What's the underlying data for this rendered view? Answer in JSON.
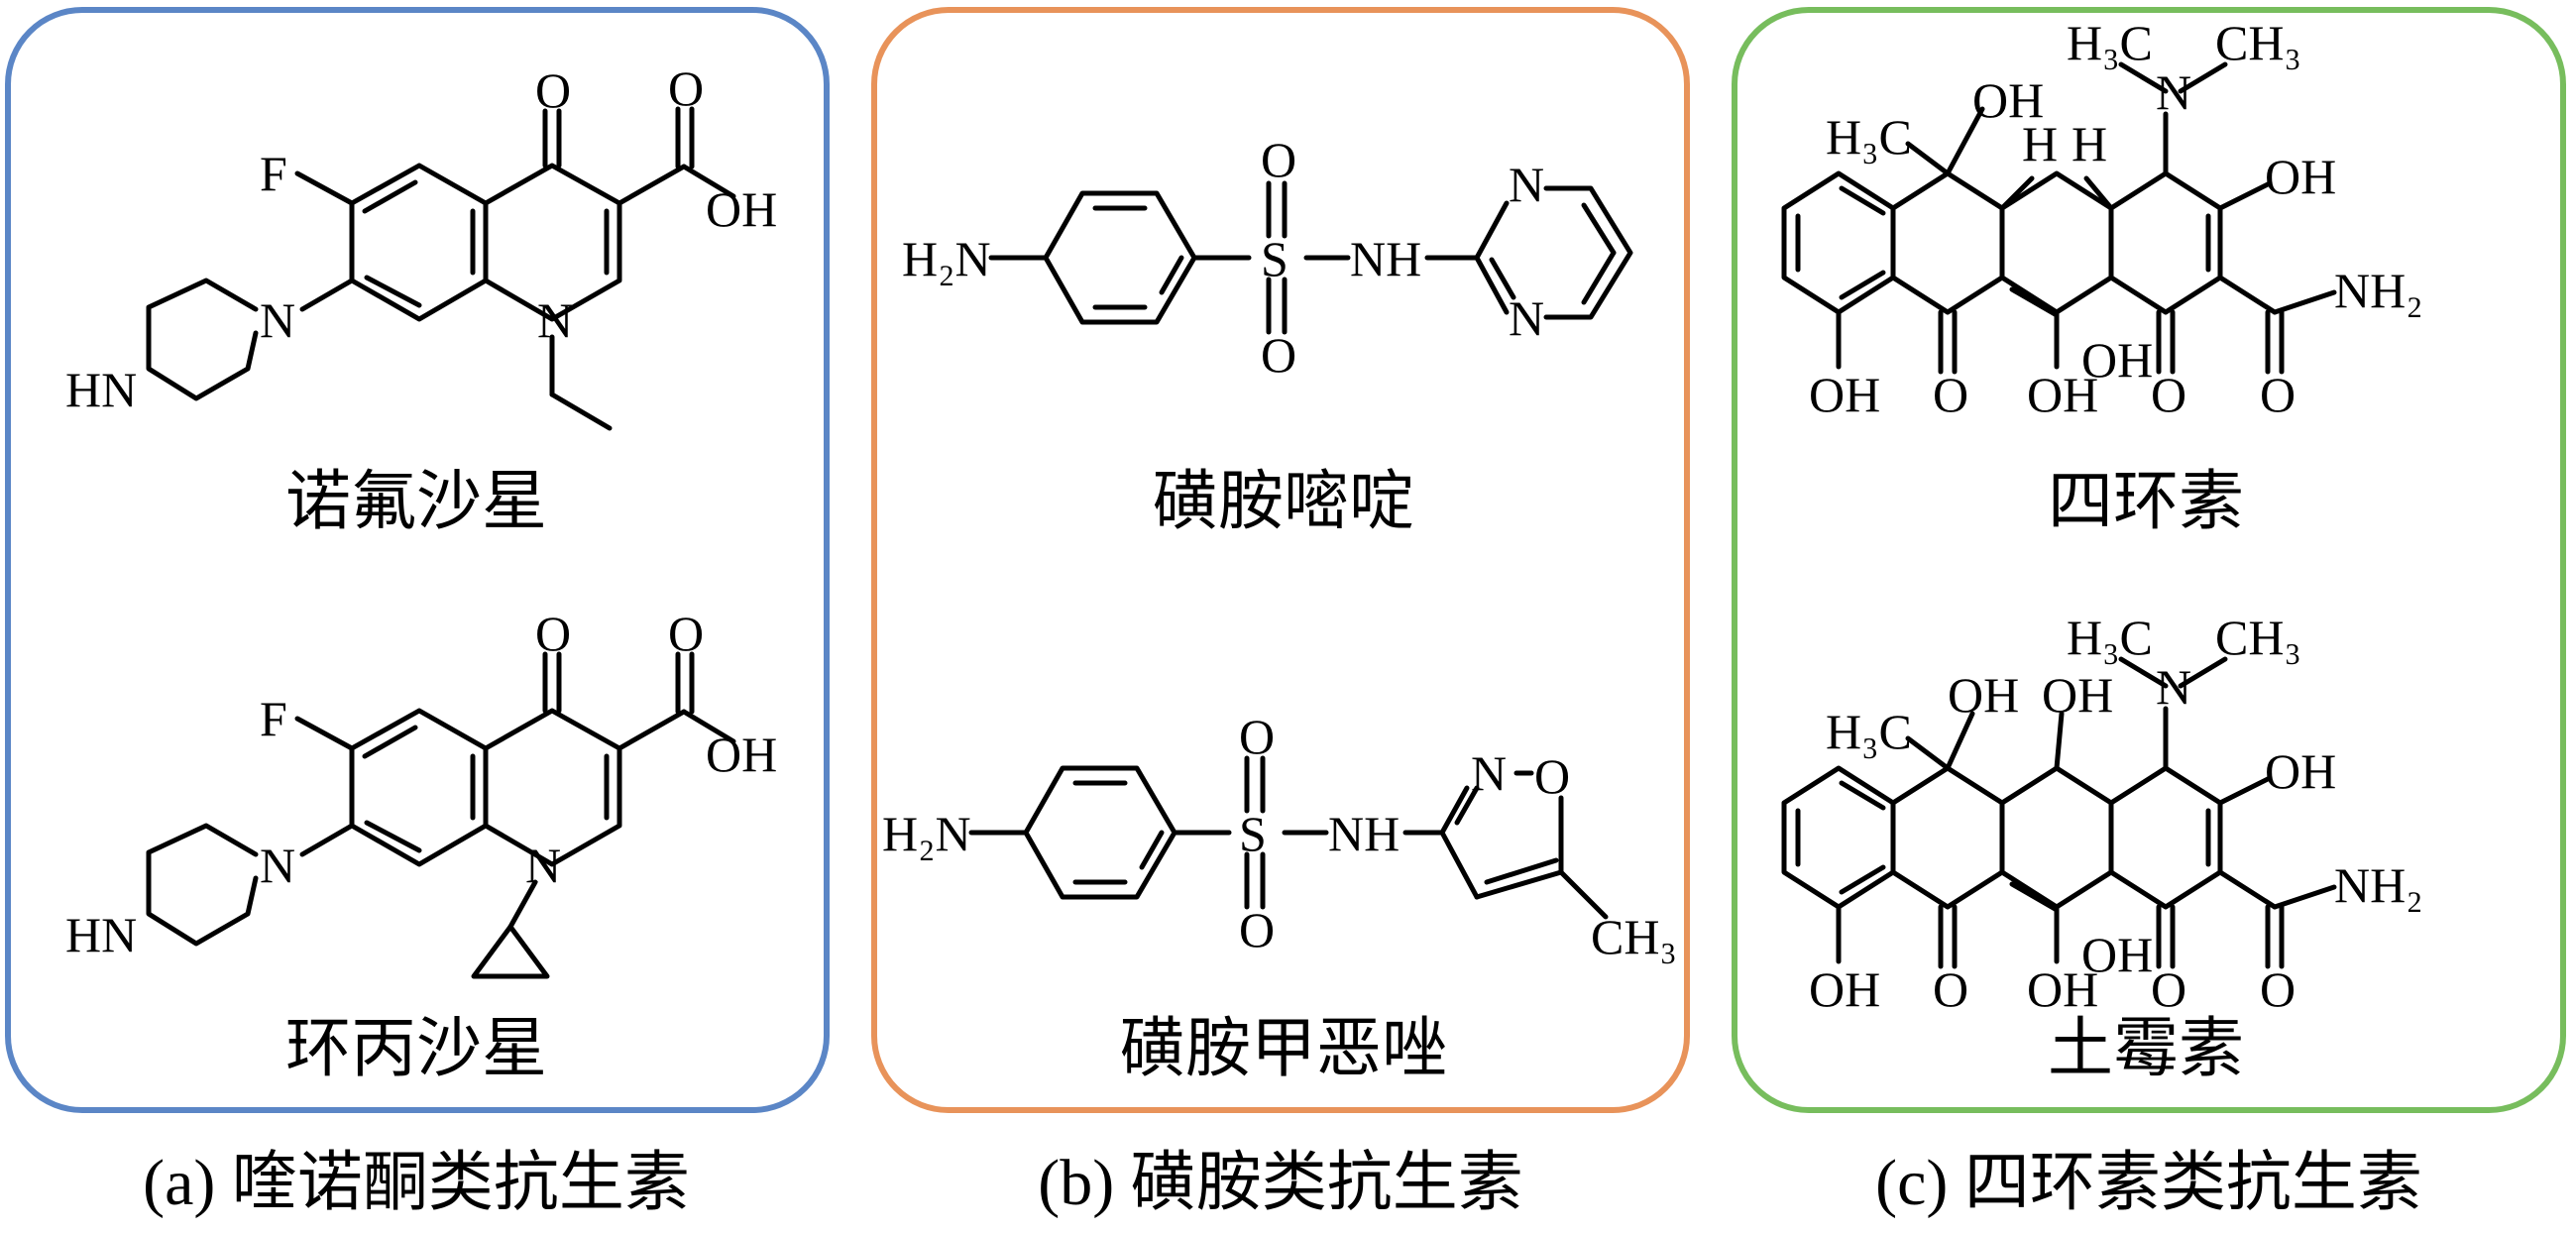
{
  "colors": {
    "panel_a": "#5b86c6",
    "panel_b": "#e8935a",
    "panel_c": "#77bd5d",
    "ink": "#000000"
  },
  "panels": {
    "a": {
      "caption_tag": "(a)",
      "caption_text": "喹诺酮类抗生素",
      "molecules": [
        {
          "name": "诺氟沙星"
        },
        {
          "name": "环丙沙星"
        }
      ]
    },
    "b": {
      "caption_tag": "(b)",
      "caption_text": "磺胺类抗生素",
      "molecules": [
        {
          "name": "磺胺嘧啶"
        },
        {
          "name": "磺胺甲恶唑"
        }
      ]
    },
    "c": {
      "caption_tag": "(c)",
      "caption_text": "四环素类抗生素",
      "molecules": [
        {
          "name": "四环素"
        },
        {
          "name": "土霉素"
        }
      ]
    }
  },
  "atoms": {
    "F": "F",
    "O": "O",
    "OH": "OH",
    "N": "N",
    "HN": "HN",
    "NH": "NH",
    "S": "S",
    "H": "H",
    "H2N": "H₂N",
    "NH2": "NH₂",
    "H3C": "H₃C",
    "CH3": "CH₃"
  }
}
